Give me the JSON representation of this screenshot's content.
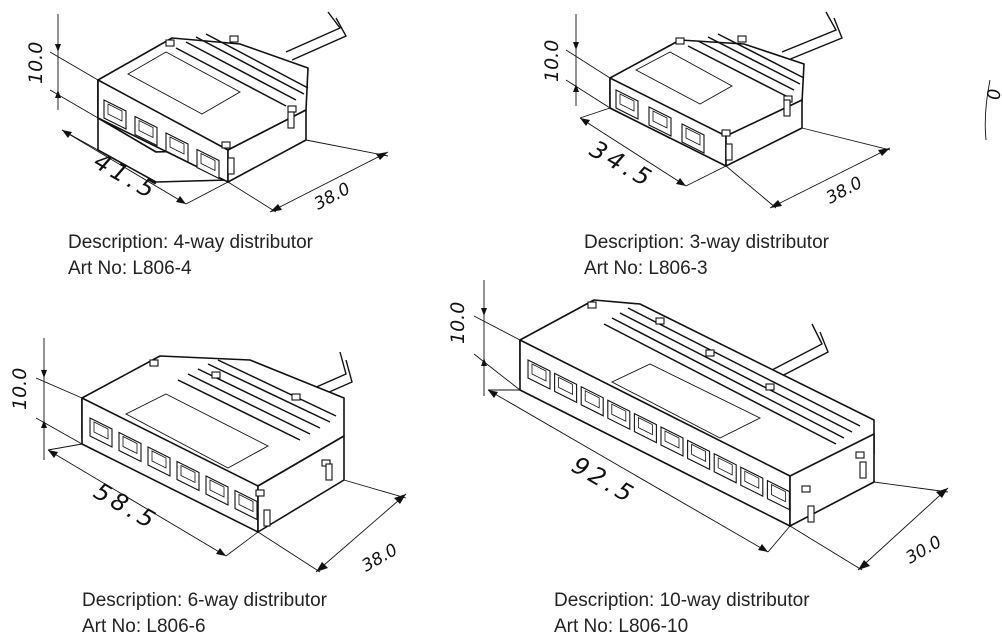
{
  "drawings": [
    {
      "id": "4-way",
      "description": "Description: 4-way distributor",
      "art_no": "Art No: L806-4",
      "dimensions": {
        "height": "10.0",
        "length": "41.5",
        "depth": "38.0"
      },
      "port_count": 4
    },
    {
      "id": "3-way",
      "description": "Description: 3-way distributor",
      "art_no": "Art No: L806-3",
      "dimensions": {
        "height": "10.0",
        "length": "34.5",
        "depth": "38.0"
      },
      "port_count": 3
    },
    {
      "id": "6-way",
      "description": "Description: 6-way distributor",
      "art_no": "Art No: L806-6",
      "dimensions": {
        "height": "10.0",
        "length": "58.5",
        "depth": "38.0"
      },
      "port_count": 6
    },
    {
      "id": "10-way",
      "description": "Description: 10-way distributor",
      "art_no": "Art No: L806-10",
      "dimensions": {
        "height": "10.0",
        "length": "92.5",
        "depth": "30.0"
      },
      "port_count": 10
    }
  ],
  "edge_fragment_text": "0"
}
